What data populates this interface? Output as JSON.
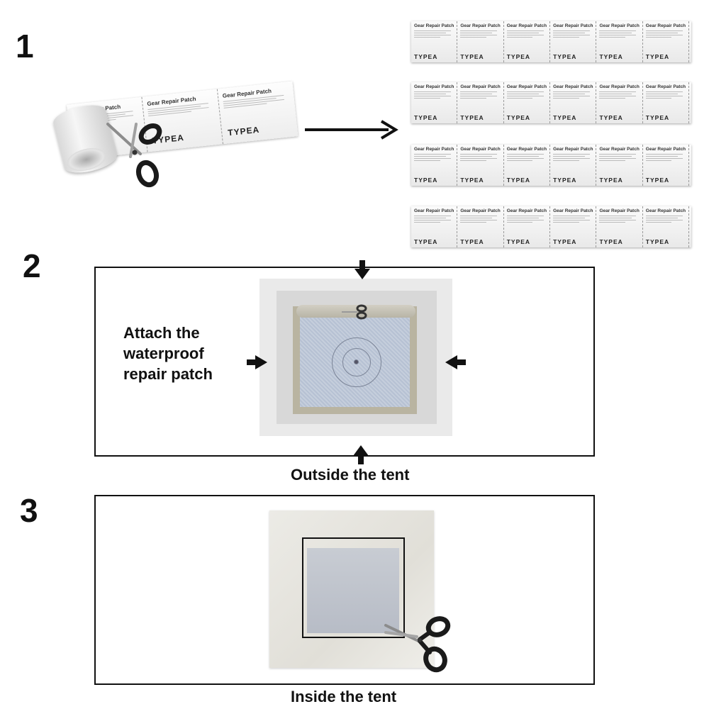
{
  "steps": [
    {
      "number": "1"
    },
    {
      "number": "2",
      "instruction": [
        "Attach the",
        "waterproof",
        "repair patch"
      ],
      "caption": "Outside the tent"
    },
    {
      "number": "3",
      "caption": "Inside the tent"
    }
  ],
  "patch_label": {
    "title": "Gear Repair Patch",
    "type": "TYPEA"
  },
  "colors": {
    "frame": "#111111",
    "patch_border": "#b9b4a1",
    "patch_fabric": "#c5cedc",
    "tent_fabric": "#e8e7e1"
  },
  "icons": [
    "scissors-icon",
    "arrow-right-icon",
    "arrow-down-icon",
    "arrow-up-icon",
    "arrow-left-icon"
  ]
}
